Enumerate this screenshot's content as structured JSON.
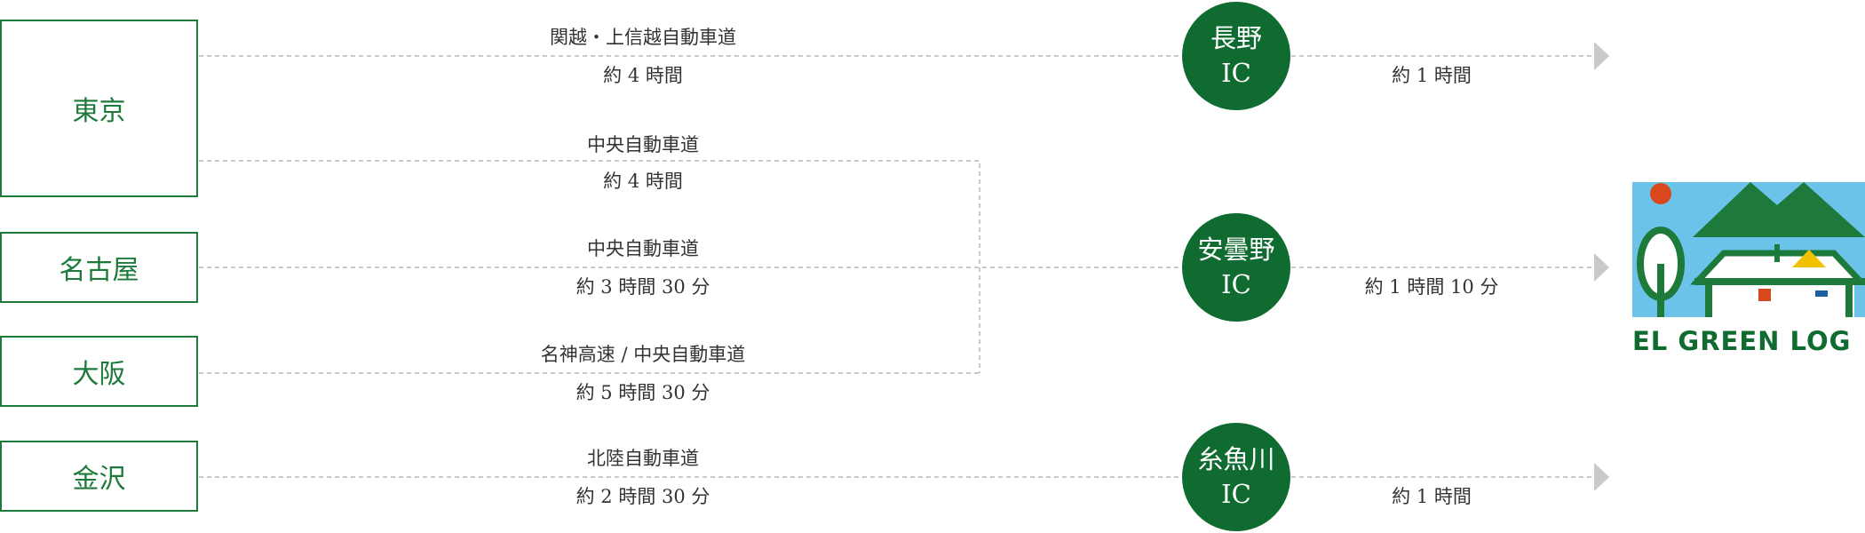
{
  "cities": {
    "tokyo": "東京",
    "nagoya": "名古屋",
    "osaka": "大阪",
    "kanazawa": "金沢"
  },
  "routes": {
    "tokyo": {
      "road": "関越・上信越自動車道",
      "time": "約 4 時間"
    },
    "chuo_upper": {
      "road": "中央自動車道",
      "time": "約 4 時間"
    },
    "nagoya": {
      "road": "中央自動車道",
      "time": "約 3 時間 30 分"
    },
    "osaka": {
      "road": "名神高速 / 中央自動車道",
      "time": "約 5 時間 30 分"
    },
    "kanazawa": {
      "road": "北陸自動車道",
      "time": "約 2 時間 30 分"
    }
  },
  "interchanges": {
    "nagano": {
      "name": "長野",
      "suffix": "IC",
      "time_to_dest": "約 1 時間"
    },
    "azumino": {
      "name": "安曇野",
      "suffix": "IC",
      "time_to_dest": "約 1 時間 10 分"
    },
    "itoigawa": {
      "name": "糸魚川",
      "suffix": "IC",
      "time_to_dest": "約 1 時間"
    }
  },
  "destination": {
    "logo_text": "EL GREEN LOG"
  },
  "colors": {
    "brand_green": "#0f6b2f",
    "city_green": "#1e7a3a",
    "line_gray": "#c9c9c9",
    "sky_blue": "#6cc3ea",
    "sun_orange": "#d9481c"
  }
}
